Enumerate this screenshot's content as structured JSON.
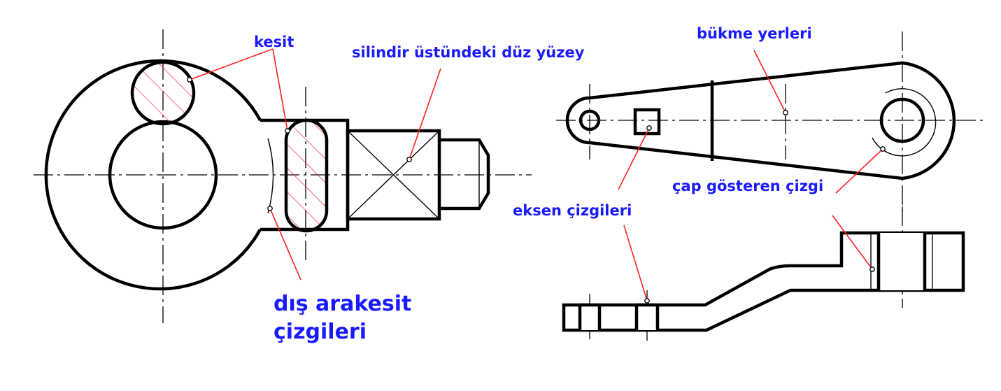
{
  "labels": {
    "kesit": "kesit",
    "silindir": "silindir üstündeki düz yüzey",
    "bukme": "bükme yerleri",
    "cap": "çap gösteren çizgi",
    "eksen": "eksen çizgileri",
    "dis_line1": "dış arakesit",
    "dis_line2": "çizgileri"
  },
  "colors": {
    "label": "#1a1aff",
    "leader": "#ff2020",
    "hatch": "#ff2020",
    "outline": "#000000"
  }
}
